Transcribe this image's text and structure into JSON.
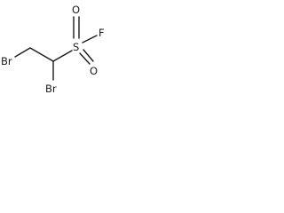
{
  "molecule": {
    "atoms": {
      "br1": "Br",
      "br2": "Br",
      "s": "S",
      "o1": "O",
      "o2": "O",
      "f": "F"
    }
  }
}
